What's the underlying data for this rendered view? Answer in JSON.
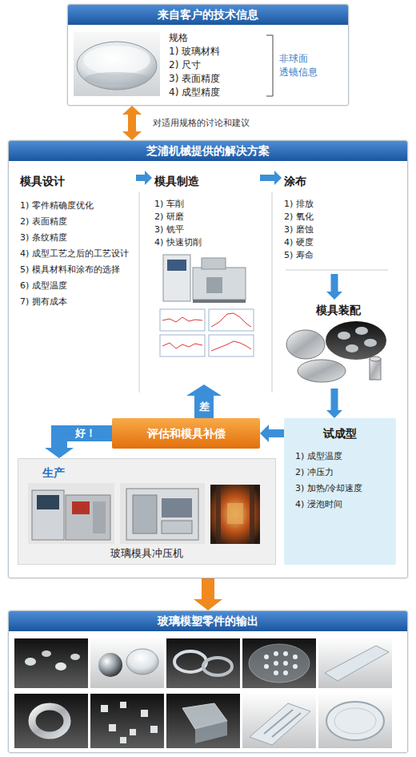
{
  "diagram": {
    "nodes": [
      {
        "text": [
          "来自客户的技术信息",
          "规格",
          "1) 玻璃材料",
          "2) 尺寸",
          "3) 表面精度",
          "4) 成型精度",
          "非球面 透镜信息"
        ]
      },
      {
        "text": [
          "芝浦机械提供的解决方案"
        ]
      },
      {
        "text": [
          "模具设计",
          "1) 零件精确度优化",
          "2) 表面精度",
          "3) 条纹精度",
          "4) 成型工艺之后的工艺设计",
          "5) 模具材料和涂布的选择",
          "6) 成型温度",
          "7) 拥有成本"
        ],
        "in": 1
      },
      {
        "text": [
          "模具制造",
          "1) 车削",
          "2) 研磨",
          "3) 铣平",
          "4) 快速切削"
        ],
        "in": 1
      },
      {
        "text": [
          "涂布",
          "1) 排放",
          "2) 氧化",
          "3) 磨蚀",
          "4) 硬度",
          "5) 寿命"
        ],
        "in": 1
      },
      {
        "text": [
          "模具装配"
        ],
        "in": 1
      },
      {
        "text": [
          "试成型",
          "1) 成型温度",
          "2) 冲压力",
          "3) 加热/冷却速度",
          "4) 浸泡时间"
        ],
        "in": 1
      },
      {
        "text": [
          "评估和模具补偿"
        ],
        "in": 1
      },
      {
        "text": [
          "生产",
          "玻璃模具冲压机"
        ],
        "in": 1
      },
      {
        "text": [
          "玻璃模塑零件的输出"
        ]
      }
    ],
    "edges": [
      {
        "from": 0,
        "to": 1,
        "label": "对适用规格的讨论和建议",
        "arrow": "both"
      },
      {
        "from": 2,
        "to": 3,
        "arrow": "to"
      },
      {
        "from": 3,
        "to": 4,
        "arrow": "to"
      },
      {
        "from": 4,
        "to": 5,
        "arrow": "to"
      },
      {
        "from": 5,
        "to": 6,
        "arrow": "to"
      },
      {
        "from": 6,
        "to": 7,
        "arrow": "to"
      },
      {
        "from": 7,
        "to": 3,
        "label": "差",
        "arrow": "to"
      },
      {
        "from": 7,
        "to": 8,
        "label": "好！",
        "arrow": "to"
      },
      {
        "from": 1,
        "to": 9,
        "arrow": "to"
      }
    ]
  }
}
